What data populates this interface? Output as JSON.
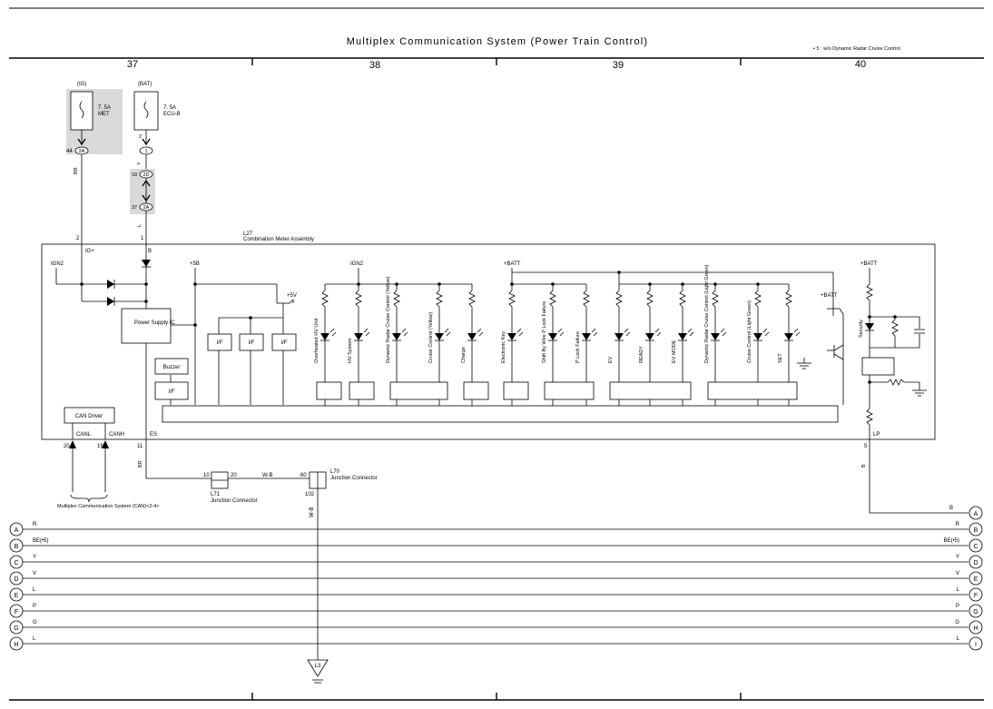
{
  "header": {
    "title": "Multiplex Communication System (Power Train Control)",
    "note": "• 5 : w/o Dynamic Radar Cruise Control"
  },
  "sections": [
    "37",
    "38",
    "39",
    "40"
  ],
  "fuses": {
    "ig": {
      "source": "(IG)",
      "rating": "7. 5A",
      "name": "MET",
      "pin": "44",
      "connector": "2A",
      "wire": "BR"
    },
    "bat": {
      "source": "(BAT)",
      "rating": "7. 5A",
      "name": "ECU-B",
      "pin": "2",
      "connector": "1",
      "wire_a": "Y",
      "wire_b": "L",
      "j1_pin": "18",
      "j1_conn": "2D",
      "j2_pin": "37",
      "j2_conn": "2A"
    }
  },
  "meter": {
    "code": "L27",
    "name": "Combination Meter Assembly",
    "pin_ig": "2",
    "lbl_ig": "IG+",
    "pin_b": "1",
    "lbl_b": "B",
    "ign2_a": "IGN2",
    "plus5b": "+5B",
    "plus5v": "+5V",
    "ign2_b": "IGN2",
    "batt_a": "+BATT",
    "batt_b": "+BATT",
    "batt_c": "+BATT",
    "power_supply": "Power Supply IC",
    "if_label": "I/F",
    "buzzer": "Buzzer",
    "can_driver": "CAN Driver",
    "canl": "CANL",
    "canh": "CANH",
    "es": "ES",
    "lp": "LP",
    "pin_canl": "20",
    "pin_canh": "19",
    "pin_es": "11",
    "pin_lp": "5",
    "wire_es": "BR",
    "wire_lp": "B",
    "lamps": [
      "Overheated HV Unit",
      "HV System",
      "Dynamic Radar Cruise Control (Yellow)",
      "Cruise Control (Yellow)",
      "Charge",
      "Electronic Key",
      "Shift By Wire P Lock Failure",
      "P Lock Failure",
      "EV",
      "READY",
      "EV MODE",
      "Dynamic Radar Cruise Control (Light Green)",
      "Cruise Control (Light Green)",
      "SET",
      "Security"
    ]
  },
  "junctions": {
    "l71": {
      "code": "L71",
      "name": "Junction Connector",
      "pin_in": "10",
      "pin_out": "20"
    },
    "l70": {
      "code": "L70",
      "name": "Junction Connector",
      "pin_in": "60",
      "pin_out": "102"
    },
    "wire_wb": "W-B",
    "wire_down": "W-B",
    "ground": "L3"
  },
  "can_note": "Multiplex Communication System (CAN)<2-4>",
  "bus_lines": [
    {
      "left": "A",
      "wire_l": "R",
      "wire_r": "R",
      "right": "B"
    },
    {
      "left": "B",
      "wire_l": "BE(•5)",
      "wire_r": "BE(•5)",
      "right": "C"
    },
    {
      "left": "C",
      "wire_l": "Y",
      "wire_r": "Y",
      "right": "D"
    },
    {
      "left": "D",
      "wire_l": "V",
      "wire_r": "V",
      "right": "E"
    },
    {
      "left": "E",
      "wire_l": "L",
      "wire_r": "L",
      "right": "F"
    },
    {
      "left": "F",
      "wire_l": "P",
      "wire_r": "P",
      "right": "G"
    },
    {
      "left": "G",
      "wire_l": "G",
      "wire_r": "G",
      "right": "H"
    },
    {
      "left": "H",
      "wire_l": "L",
      "wire_r": "L",
      "right": "I"
    }
  ],
  "top_connector": {
    "wire": "B",
    "id": "A"
  }
}
